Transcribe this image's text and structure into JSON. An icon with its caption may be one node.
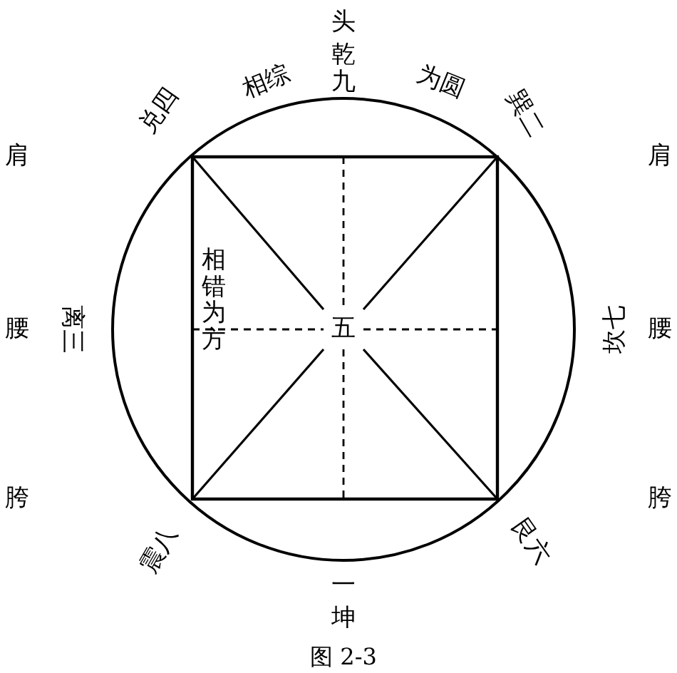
{
  "diagram": {
    "caption": "图 2-3",
    "labels": [
      "头",
      "乾九",
      "兑四",
      "相综",
      "为圆",
      "巽二",
      "肩",
      "肩",
      "腰",
      "离三",
      "相错为方",
      "五",
      "坎七",
      "腰",
      "胯",
      "胯",
      "震八",
      "艮六",
      "一",
      "坤"
    ]
  }
}
